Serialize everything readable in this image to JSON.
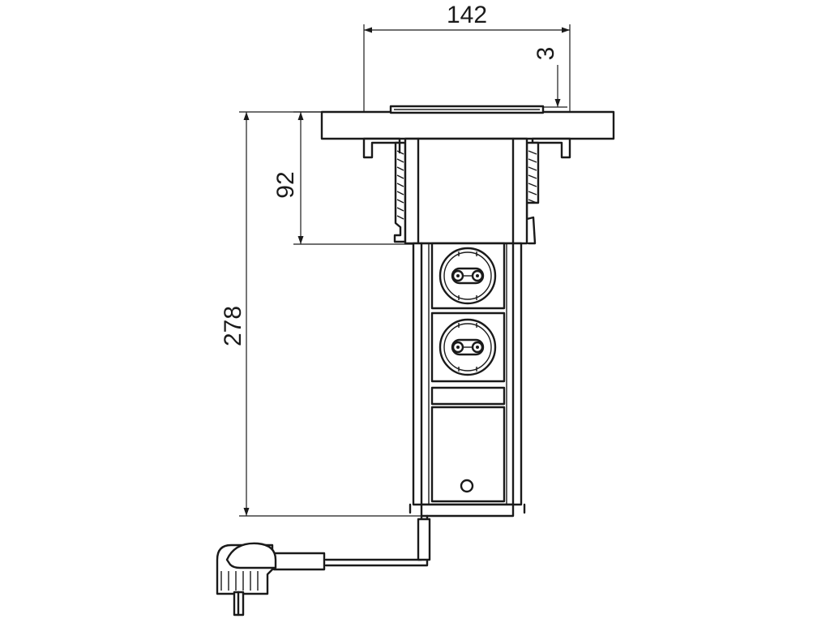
{
  "dimensions": {
    "top_width": "142",
    "flange_thickness": "3",
    "flange_to_socket_height": "92",
    "overall_height": "278"
  },
  "colors": {
    "line": "#1a1a1a",
    "background": "#ffffff"
  }
}
